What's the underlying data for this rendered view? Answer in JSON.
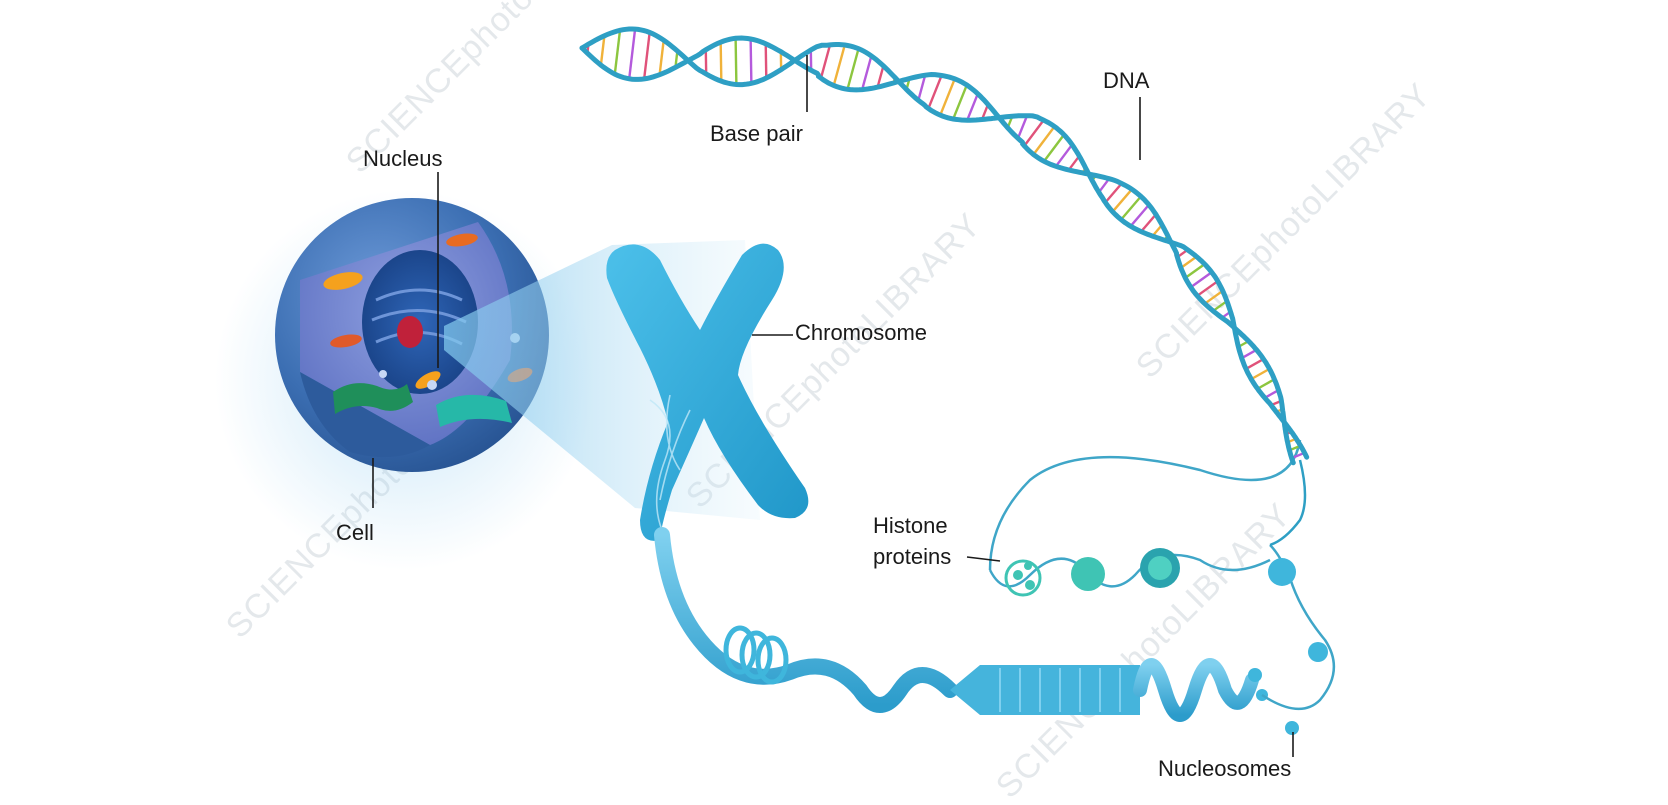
{
  "labels": {
    "nucleus": "Nucleus",
    "cell": "Cell",
    "chromosome": "Chromosome",
    "dna": "DNA",
    "base_pair": "Base pair",
    "histone_line1": "Histone",
    "histone_line2": "proteins",
    "nucleosomes": "Nucleosomes"
  },
  "watermark": "SCIENCEphotoLIBRARY",
  "colors": {
    "dna_backbone": "#2e9fc4",
    "chromatin": "#3fb6dc",
    "chromosome": "#2aa8d8",
    "cell_outer": "#3a6fb0",
    "cell_inner": "#5f78c8",
    "histone": "#3fc4b4",
    "base_pairs": [
      "#e0527a",
      "#f0b23a",
      "#8cc63f",
      "#b45adc"
    ]
  }
}
